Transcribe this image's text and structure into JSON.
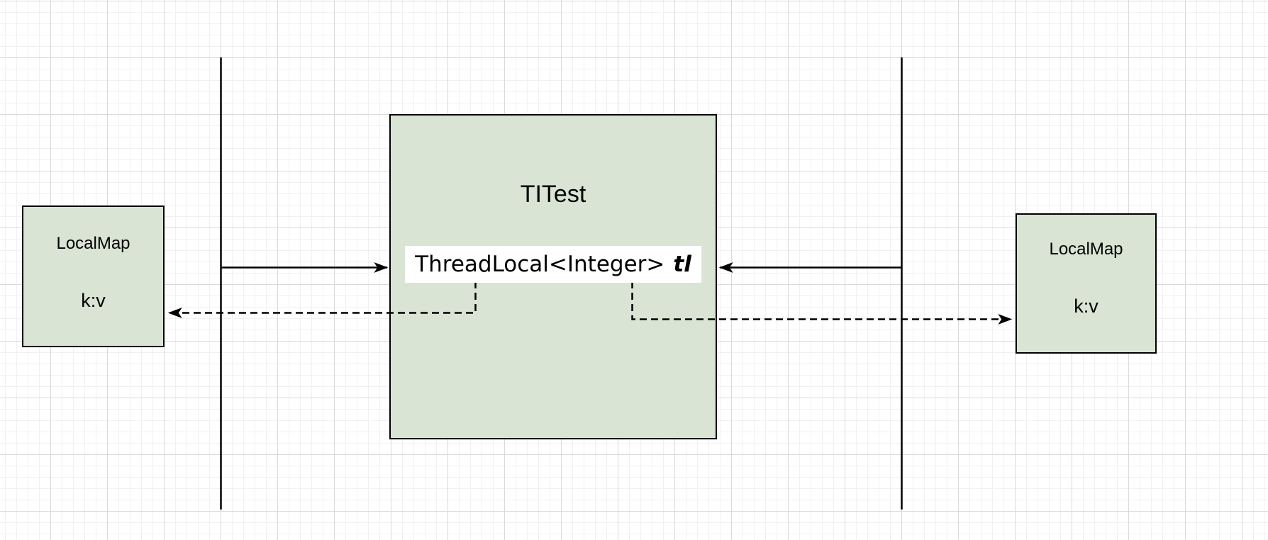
{
  "colors": {
    "canvas_bg": "#ffffff",
    "grid_minor": "#f1f1f1",
    "grid_major": "#dadada",
    "shape_fill": "#d9e4d4",
    "shape_border": "#000000",
    "label_bg": "#ffffff",
    "connector": "#000000"
  },
  "main_box": {
    "title": "TITest",
    "field_type": "ThreadLocal<Integer>",
    "field_name": "tl"
  },
  "left_map": {
    "title": "LocalMap",
    "entry": "k:v"
  },
  "right_map": {
    "title": "LocalMap",
    "entry": "k:v"
  }
}
